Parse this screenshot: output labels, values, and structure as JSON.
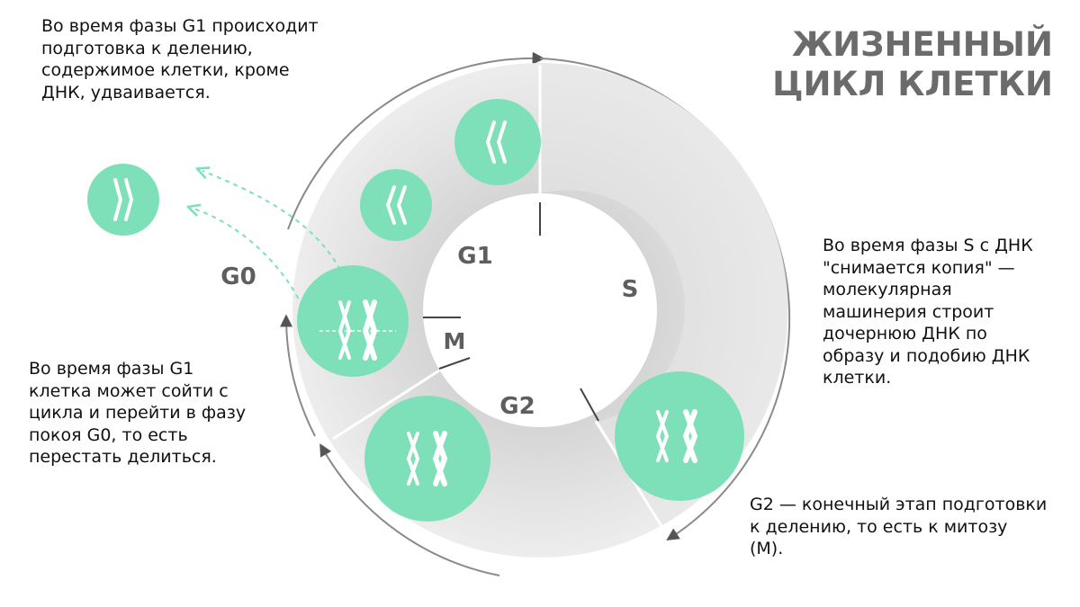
{
  "title": {
    "line1": "ЖИЗНЕННЫЙ",
    "line2": "ЦИКЛ КЛЕТКИ"
  },
  "phases": {
    "g1": "G1",
    "s": "S",
    "g2": "G2",
    "m": "M",
    "g0": "G0"
  },
  "notes": {
    "g1_prep": "Во время фазы G1 происходит\nподготовка к делению,\nсодержимое клетки, кроме\nДНК, удваивается.",
    "g1_exit": "Во время фазы G1\nклетка может сойти с\nцикла и перейти в фазу\nпокоя G0, то есть\nперестать делиться.",
    "s_phase": "Во время фазы S с ДНК\n\"снимается копия\" —\nмолекулярная\nмашинерия строит\nдочернюю ДНК по\nобразу и подобию ДНК\nклетки.",
    "g2_phase": "G2 — конечный этап подготовки\nк делению, то есть к митозу\n(М)."
  },
  "colors": {
    "accent_green": "#7ee0b8",
    "ring_gray": "#dedede",
    "ring_gray_light": "#ececec",
    "label_gray": "#5e5e5e",
    "title_gray": "#6b6b6b",
    "dashed_green": "#7ee0b8"
  }
}
